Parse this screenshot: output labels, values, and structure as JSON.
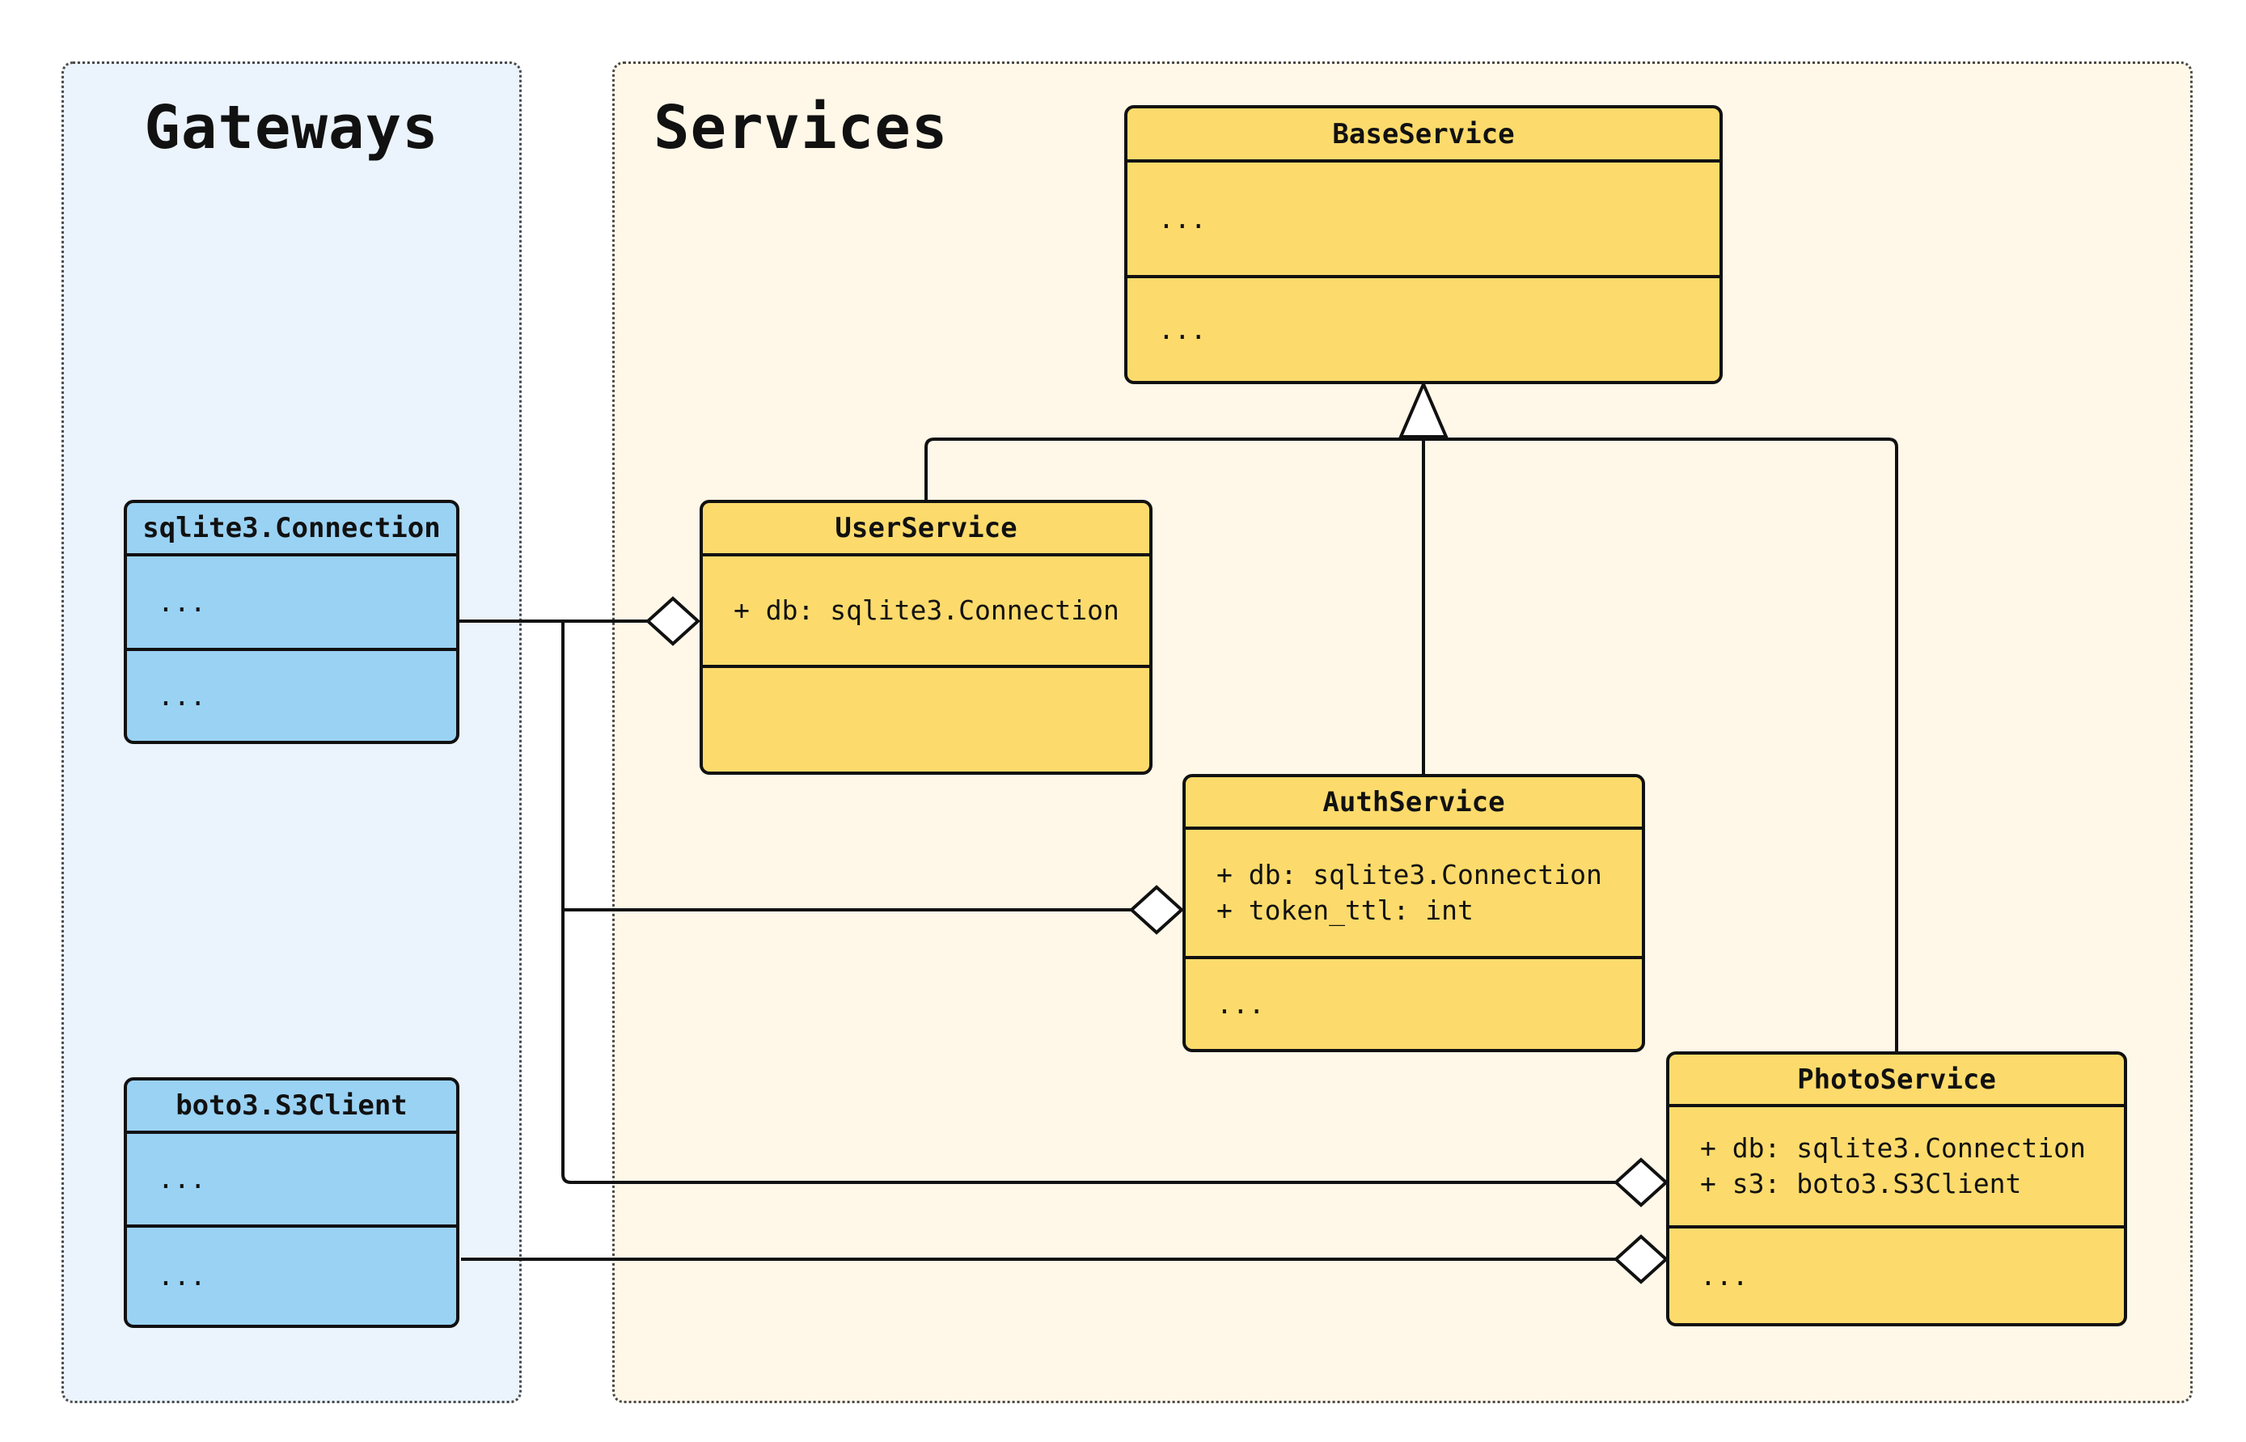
{
  "diagram": {
    "kind": "UML class diagram",
    "panels": [
      {
        "id": "gateways",
        "title": "Gateways"
      },
      {
        "id": "services",
        "title": "Services"
      }
    ],
    "classes": [
      {
        "id": "base-service",
        "panel": "services",
        "name": "BaseService",
        "attributes": [
          "..."
        ],
        "methods": [
          "..."
        ]
      },
      {
        "id": "user-service",
        "panel": "services",
        "name": "UserService",
        "attributes": [
          "+ db: sqlite3.Connection"
        ],
        "methods": []
      },
      {
        "id": "auth-service",
        "panel": "services",
        "name": "AuthService",
        "attributes": [
          "+ db: sqlite3.Connection",
          "+ token_ttl: int"
        ],
        "methods": [
          "..."
        ]
      },
      {
        "id": "photo-service",
        "panel": "services",
        "name": "PhotoService",
        "attributes": [
          "+ db: sqlite3.Connection",
          "+ s3: boto3.S3Client"
        ],
        "methods": [
          "..."
        ]
      },
      {
        "id": "sqlite3-connection",
        "panel": "gateways",
        "name": "sqlite3.Connection",
        "attributes": [
          "..."
        ],
        "methods": [
          "..."
        ]
      },
      {
        "id": "boto3-s3client",
        "panel": "gateways",
        "name": "boto3.S3Client",
        "attributes": [
          "..."
        ],
        "methods": [
          "..."
        ]
      }
    ],
    "relationships": [
      {
        "type": "inheritance",
        "from": "UserService",
        "to": "BaseService"
      },
      {
        "type": "inheritance",
        "from": "AuthService",
        "to": "BaseService"
      },
      {
        "type": "inheritance",
        "from": "PhotoService",
        "to": "BaseService"
      },
      {
        "type": "aggregation",
        "whole": "UserService",
        "part": "sqlite3.Connection"
      },
      {
        "type": "aggregation",
        "whole": "AuthService",
        "part": "sqlite3.Connection"
      },
      {
        "type": "aggregation",
        "whole": "PhotoService",
        "part": "sqlite3.Connection"
      },
      {
        "type": "aggregation",
        "whole": "PhotoService",
        "part": "boto3.S3Client"
      }
    ],
    "colors": {
      "service_class_fill": "#FCDB6C",
      "gateway_class_fill": "#9AD2F4",
      "gateways_panel_bg": "#EBF3FC",
      "services_panel_bg": "#FFF8E8",
      "line": "#111111"
    }
  }
}
